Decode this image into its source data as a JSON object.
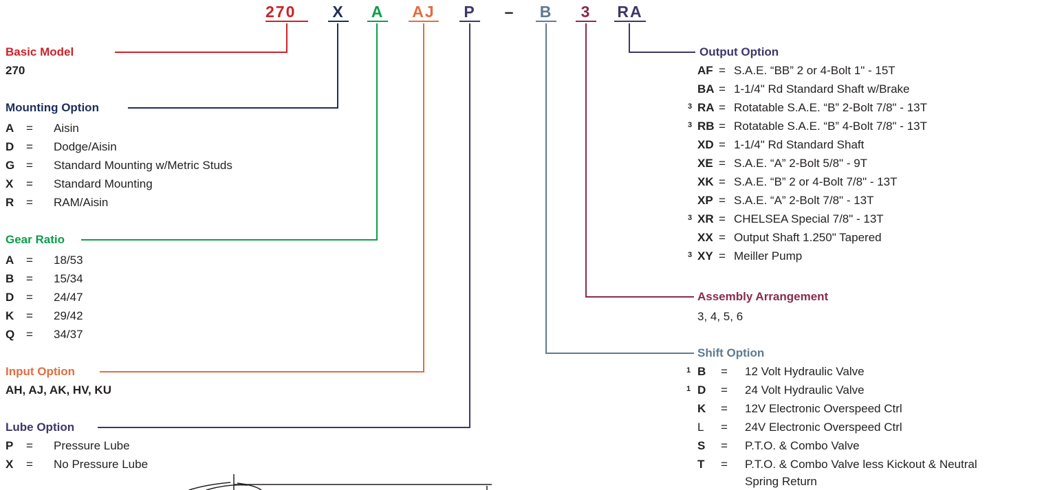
{
  "colors": {
    "red": "#cc2229",
    "navy": "#1b2f5c",
    "green": "#0c9e4a",
    "orange": "#e26d3e",
    "purple": "#3f3568",
    "slate": "#5d7a90",
    "maroon": "#8a2a4e",
    "text": "#231f20"
  },
  "model_code": {
    "basic": "270",
    "mounting": "X",
    "gear": "A",
    "input": "AJ",
    "lube": "P",
    "dash": "–",
    "shift": "B",
    "arrangement": "3",
    "output": "RA"
  },
  "basic_model": {
    "title": "Basic Model",
    "value": "270"
  },
  "mounting_option": {
    "title": "Mounting Option",
    "items": [
      {
        "key": "A",
        "eq": "=",
        "desc": "Aisin"
      },
      {
        "key": "D",
        "eq": "=",
        "desc": "Dodge/Aisin"
      },
      {
        "key": "G",
        "eq": "=",
        "desc": "Standard Mounting w/Metric Studs"
      },
      {
        "key": "X",
        "eq": "=",
        "desc": "Standard Mounting"
      },
      {
        "key": "R",
        "eq": "=",
        "desc": "RAM/Aisin"
      }
    ]
  },
  "gear_ratio": {
    "title": "Gear Ratio",
    "items": [
      {
        "key": "A",
        "eq": "=",
        "desc": "18/53"
      },
      {
        "key": "B",
        "eq": "=",
        "desc": "15/34"
      },
      {
        "key": "D",
        "eq": "=",
        "desc": "24/47"
      },
      {
        "key": "K",
        "eq": "=",
        "desc": "29/42"
      },
      {
        "key": "Q",
        "eq": "=",
        "desc": "34/37"
      }
    ]
  },
  "input_option": {
    "title": "Input Option",
    "value": "AH, AJ, AK, HV, KU"
  },
  "lube_option": {
    "title": "Lube Option",
    "items": [
      {
        "key": "P",
        "eq": "=",
        "desc": "Pressure Lube"
      },
      {
        "key": "X",
        "eq": "=",
        "desc": "No Pressure Lube"
      }
    ]
  },
  "output_option": {
    "title": "Output Option",
    "items": [
      {
        "sup": "",
        "key": "AF",
        "eq": "=",
        "desc": "S.A.E. “BB” 2 or 4-Bolt 1\" - 15T"
      },
      {
        "sup": "",
        "key": "BA",
        "eq": "=",
        "desc": "1-1/4\" Rd Standard Shaft w/Brake"
      },
      {
        "sup": "3",
        "key": "RA",
        "eq": "=",
        "desc": "Rotatable S.A.E. “B” 2-Bolt 7/8\" - 13T"
      },
      {
        "sup": "3",
        "key": "RB",
        "eq": "=",
        "desc": "Rotatable S.A.E. “B” 4-Bolt 7/8\" - 13T"
      },
      {
        "sup": "",
        "key": "XD",
        "eq": "=",
        "desc": "1-1/4\" Rd Standard Shaft"
      },
      {
        "sup": "",
        "key": "XE",
        "eq": "=",
        "desc": "S.A.E. “A” 2-Bolt 5/8\" - 9T"
      },
      {
        "sup": "",
        "key": "XK",
        "eq": "=",
        "desc": "S.A.E. “B” 2 or 4-Bolt 7/8\" - 13T"
      },
      {
        "sup": "",
        "key": "XP",
        "eq": "=",
        "desc": "S.A.E. “A” 2-Bolt 7/8\" - 13T"
      },
      {
        "sup": "3",
        "key": "XR",
        "eq": "=",
        "desc": "CHELSEA Special 7/8\" - 13T"
      },
      {
        "sup": "",
        "key": "XX",
        "eq": "=",
        "desc": "Output Shaft 1.250\" Tapered"
      },
      {
        "sup": "3",
        "key": "XY",
        "eq": "=",
        "desc": "Meiller Pump"
      }
    ]
  },
  "assembly_arrangement": {
    "title": "Assembly Arrangement",
    "value": "3, 4, 5, 6"
  },
  "shift_option": {
    "title": "Shift Option",
    "items": [
      {
        "sup": "1",
        "key": "B",
        "bold": true,
        "eq": "=",
        "desc": "12 Volt Hydraulic Valve"
      },
      {
        "sup": "1",
        "key": "D",
        "bold": true,
        "eq": "=",
        "desc": "24 Volt Hydraulic Valve"
      },
      {
        "sup": "",
        "key": "K",
        "bold": true,
        "eq": "=",
        "desc": "12V Electronic Overspeed Ctrl"
      },
      {
        "sup": "",
        "key": "L",
        "bold": false,
        "eq": "=",
        "desc": "24V Electronic Overspeed Ctrl"
      },
      {
        "sup": "",
        "key": "S",
        "bold": true,
        "eq": "=",
        "desc": "P.T.O. & Combo Valve"
      },
      {
        "sup": "",
        "key": "T",
        "bold": true,
        "eq": "=",
        "desc": "P.T.O. & Combo Valve less Kickout & Neutral"
      },
      {
        "sup": "",
        "key": "",
        "bold": false,
        "eq": "",
        "desc": "Spring Return"
      }
    ]
  }
}
